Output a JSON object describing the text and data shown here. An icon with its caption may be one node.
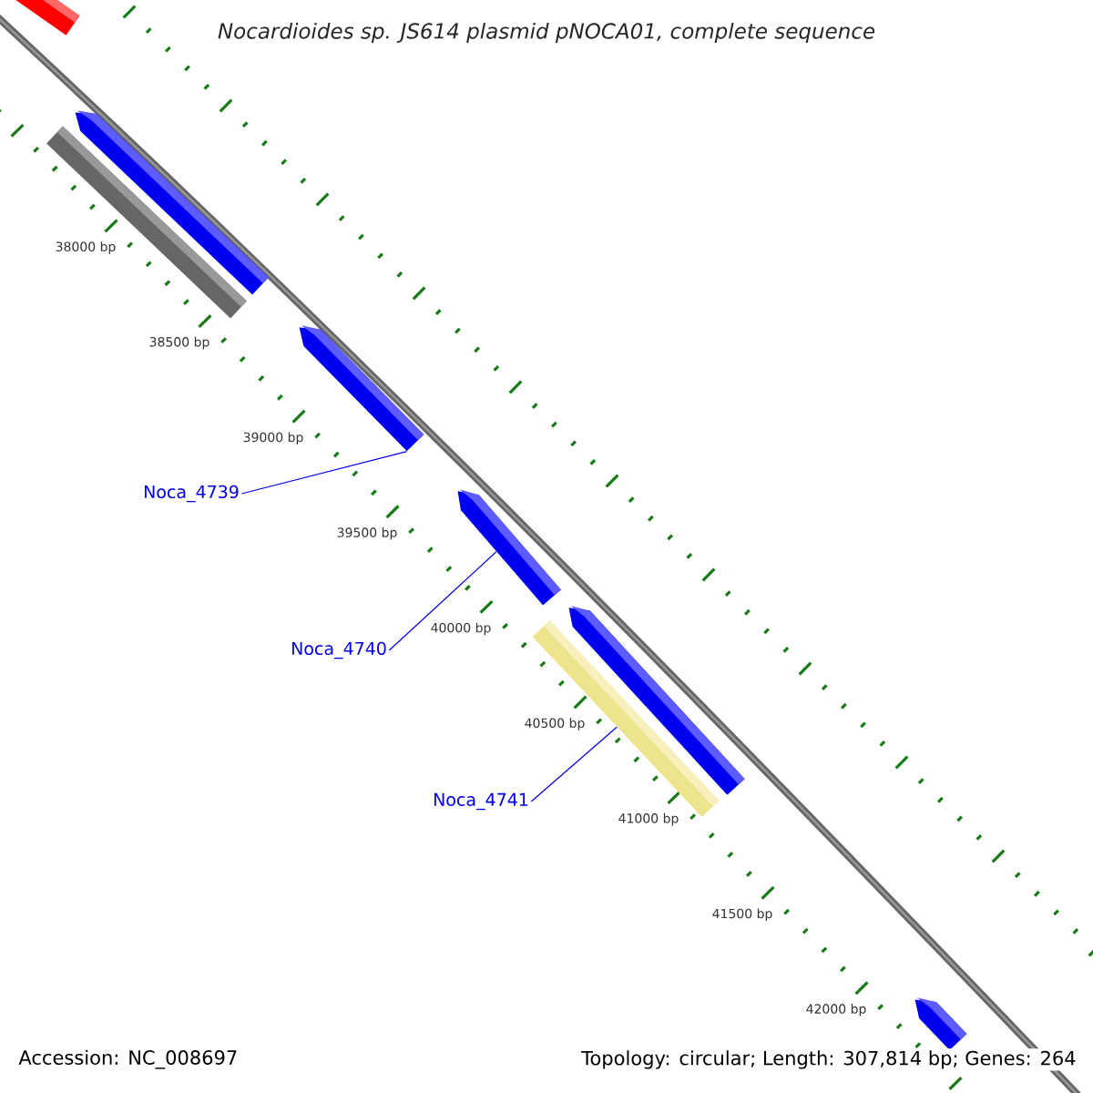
{
  "diagram": {
    "title": "Nocardioides sp. JS614 plasmid pNOCA01, complete sequence",
    "nodes": [
      {
        "text": [],
        "shape": "arrow"
      },
      {
        "text": [],
        "shape": "arrow"
      },
      {
        "text": [],
        "shape": "bar"
      },
      {
        "text": [],
        "shape": "arrow"
      },
      {
        "text": [
          "Noca_4739"
        ]
      },
      {
        "text": [],
        "shape": "arrow"
      },
      {
        "text": [
          "Noca_4740"
        ]
      },
      {
        "text": [],
        "shape": "arrow"
      },
      {
        "text": [],
        "shape": "bar"
      },
      {
        "text": [
          "Noca_4741"
        ]
      },
      {
        "text": [],
        "shape": "arrow"
      }
    ],
    "edges": [
      {
        "from": 4,
        "to": 3,
        "arrow": "none"
      },
      {
        "from": 6,
        "to": 5,
        "arrow": "none"
      },
      {
        "from": 9,
        "to": 8,
        "arrow": "none"
      }
    ],
    "labels": [
      "38000 bp",
      "38500 bp",
      "39000 bp",
      "39500 bp",
      "40000 bp",
      "40500 bp",
      "41000 bp",
      "41500 bp",
      "42000 bp",
      "Accession: NC_008697",
      "Topology: circular; Length: 307,814 bp; Genes: 264"
    ]
  }
}
